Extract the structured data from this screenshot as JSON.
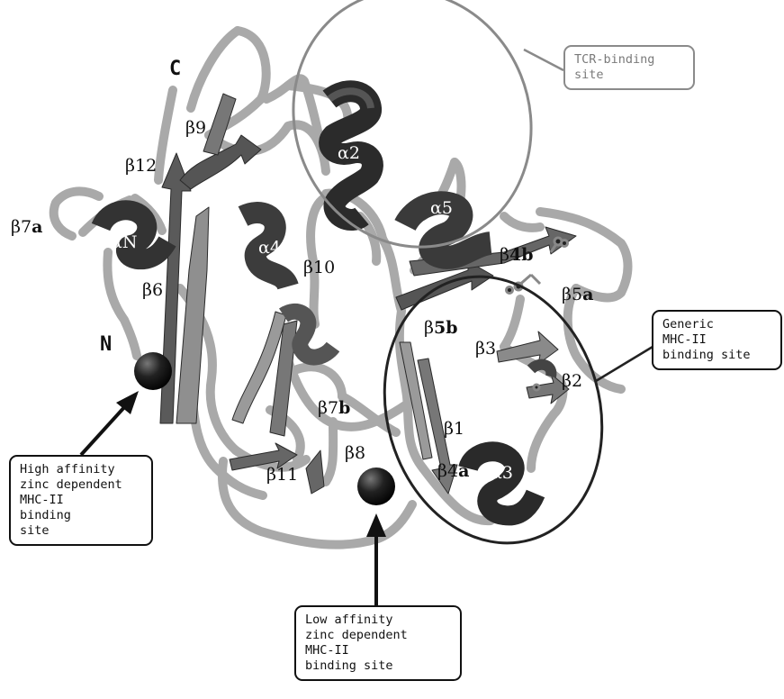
{
  "terminals": {
    "n": "N",
    "c": "C"
  },
  "structure_labels": {
    "b7a": {
      "greek": "β7",
      "suffix": "a"
    },
    "b12": {
      "greek": "β12",
      "suffix": ""
    },
    "b9": {
      "greek": "β9",
      "suffix": ""
    },
    "aN": {
      "greek": "αN",
      "suffix": ""
    },
    "b6": {
      "greek": "β6",
      "suffix": ""
    },
    "a4": {
      "greek": "α4",
      "suffix": ""
    },
    "b10": {
      "greek": "β10",
      "suffix": ""
    },
    "a2": {
      "greek": "α2",
      "suffix": ""
    },
    "a5": {
      "greek": "α5",
      "suffix": ""
    },
    "b4b": {
      "greek": "β",
      "suffix": "4b"
    },
    "b5a": {
      "greek": "β5",
      "suffix": "a"
    },
    "b5b": {
      "greek": "β",
      "suffix": "5b"
    },
    "b3": {
      "greek": "β3",
      "suffix": ""
    },
    "b2": {
      "greek": "β2",
      "suffix": ""
    },
    "b7b": {
      "greek": "β7",
      "suffix": "b"
    },
    "b1": {
      "greek": "β1",
      "suffix": ""
    },
    "b8": {
      "greek": "β8",
      "suffix": ""
    },
    "b11": {
      "greek": "β11",
      "suffix": ""
    },
    "b4a": {
      "greek": "β4",
      "suffix": "a"
    },
    "a3": {
      "greek": "α3",
      "suffix": ""
    }
  },
  "callouts": {
    "tcr": {
      "lines": [
        "TCR-binding",
        "site"
      ],
      "color": "#8a8a8a"
    },
    "generic": {
      "lines": [
        "Generic",
        "MHC-II",
        "binding site"
      ],
      "color": "#111111"
    },
    "high": {
      "lines": [
        "High affinity",
        "zinc dependent",
        "MHC-II",
        "binding",
        "site"
      ],
      "color": "#111111"
    },
    "low": {
      "lines": [
        "Low affinity",
        "zinc dependent",
        "MHC-II",
        "binding site"
      ],
      "color": "#111111"
    }
  },
  "colors": {
    "ribbon_dark": "#4a4a4a",
    "ribbon_light": "#a8a8a8",
    "helix": "#2e2e2e",
    "zinc": "#1a1a1a"
  }
}
